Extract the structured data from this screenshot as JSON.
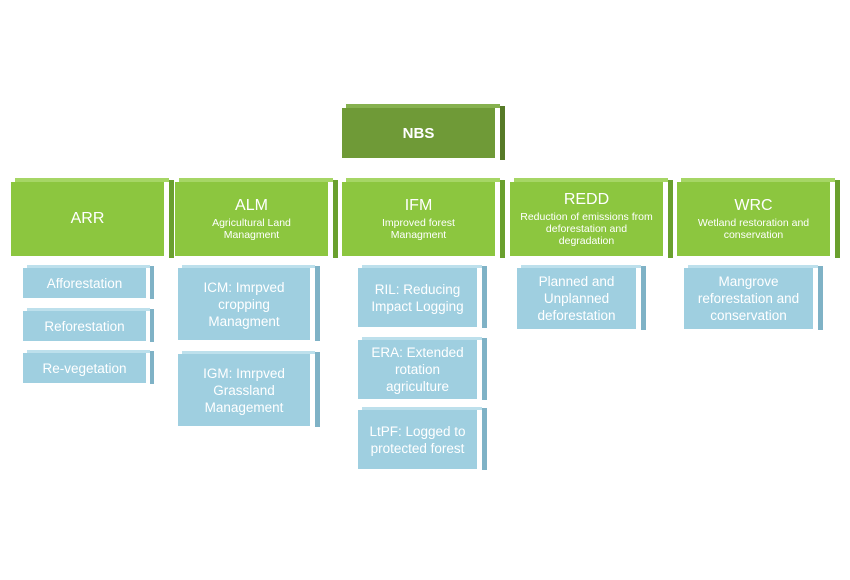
{
  "root": {
    "label": "NBS"
  },
  "categories": [
    {
      "title": "ARR",
      "subtitle": "",
      "children": [
        "Afforestation",
        "Reforestation",
        "Re-vegetation"
      ]
    },
    {
      "title": "ALM",
      "subtitle": "Agricultural Land Managment",
      "children": [
        "ICM: Imrpved cropping Managment",
        "IGM: Imrpved Grassland Management"
      ]
    },
    {
      "title": "IFM",
      "subtitle": "Improved forest Managment",
      "children": [
        "RIL: Reducing Impact Logging",
        "ERA: Extended rotation agriculture",
        "LtPF: Logged to protected forest"
      ]
    },
    {
      "title": "REDD",
      "subtitle": "Reduction of emissions from deforestation and degradation",
      "children": [
        "Planned and Unplanned deforestation"
      ]
    },
    {
      "title": "WRC",
      "subtitle": "Wetland restoration and conservation",
      "children": [
        "Mangrove reforestation and conservation"
      ]
    }
  ],
  "colors": {
    "category": "#8cc63f",
    "root": "#6f9a37",
    "leaf": "#9fcfe0"
  }
}
